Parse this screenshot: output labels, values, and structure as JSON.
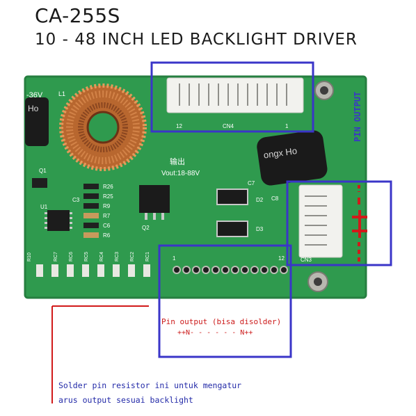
{
  "header": {
    "title": "CA-255S",
    "subtitle": "10 - 48 INCH LED BACKLIGHT DRIVER"
  },
  "board_labels": {
    "voltage_left": "-36V",
    "l1": "L1",
    "cn4": "CN4",
    "cn4_left": "12",
    "cn4_right": "1",
    "output_cn": "输出",
    "vout": "Vout:18-88V",
    "cap_brand_top": "ongx Ho",
    "cap_brand_left": "Ho",
    "c7": "C7",
    "c8": "C8",
    "d2": "D2",
    "d3": "D3",
    "q1": "Q1",
    "q2": "Q2",
    "u1": "U1",
    "c3": "C3",
    "r26": "R26",
    "r25": "R25",
    "r9": "R9",
    "r7": "R7",
    "c6": "C6",
    "r6": "R6",
    "cn3": "CN3",
    "row_left": "1",
    "row_right": "12",
    "rc_labels": [
      "RC7",
      "RC6",
      "RC5",
      "RC4",
      "RC3",
      "RC2",
      "RC1"
    ],
    "r_left": "R10"
  },
  "annotations": {
    "pin_output_vertical": "PIN OUTPUT",
    "pin_output_red": "Pin output (bisa disolder)",
    "polarity_row": "++N- - - - - - N++",
    "solder_note_line1": "Solder pin resistor ini untuk mengatur",
    "solder_note_line2": "arus output sesuai backlight"
  },
  "colors": {
    "pcb": "#2f9a4e",
    "highlight_blue": "#3a35c8",
    "annotation_red": "#d11a1a",
    "note_blue": "#232aa8"
  }
}
